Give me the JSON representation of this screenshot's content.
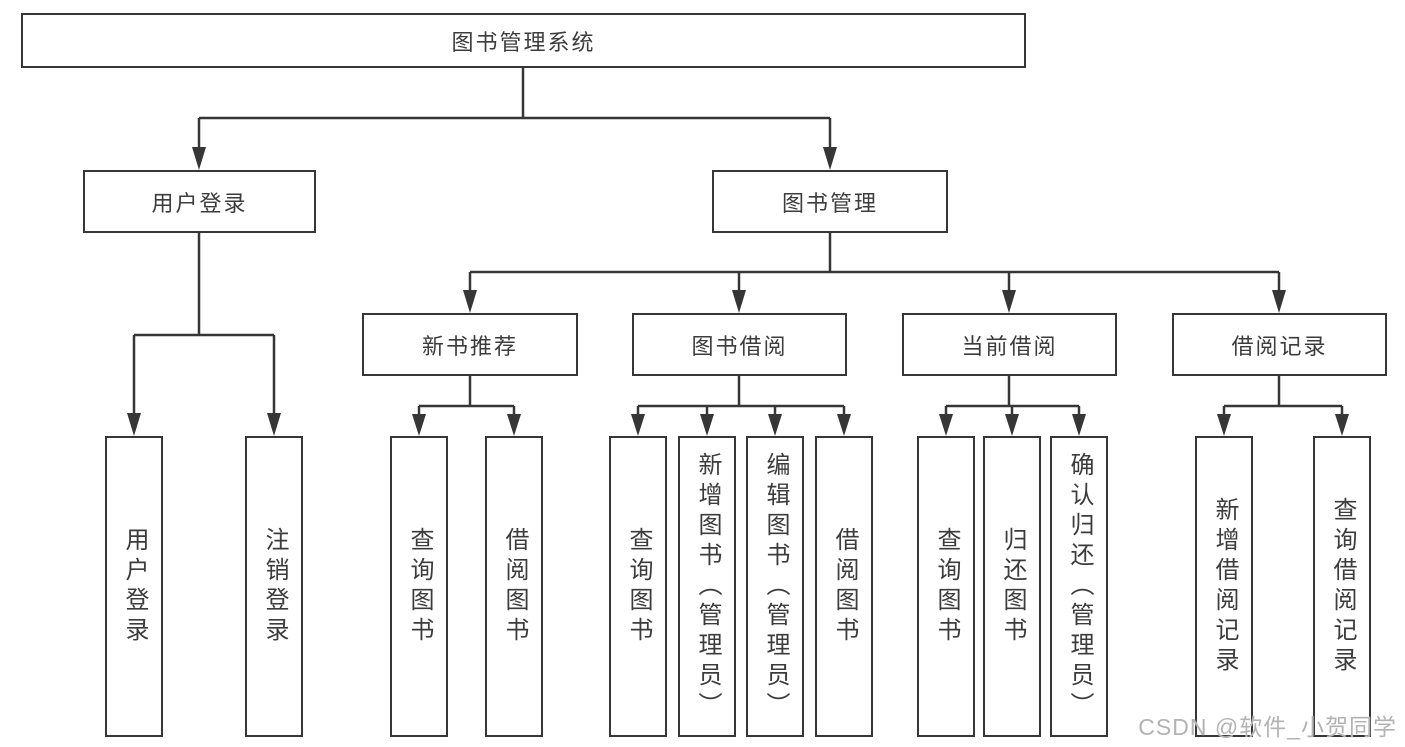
{
  "root": {
    "label": "图书管理系统"
  },
  "level2": {
    "user_login": "用户登录",
    "book_management": "图书管理"
  },
  "level3": {
    "new_book_recommend": "新书推荐",
    "book_borrowing": "图书借阅",
    "current_borrowing": "当前借阅",
    "borrowing_records": "借阅记录"
  },
  "leaves": {
    "user_login": "用户登录",
    "logout": "注销登录",
    "recommend_query_books": "查询图书",
    "recommend_borrow_books": "借阅图书",
    "borrowing_query_books": "查询图书",
    "borrowing_add_books": "新增图书（管理员）",
    "borrowing_edit_books": "编辑图书（管理员）",
    "borrowing_borrow_books": "借阅图书",
    "current_query_books": "查询图书",
    "current_return_books": "归还图书",
    "current_confirm_return": "确认归还（管理员）",
    "records_add_record": "新增借阅记录",
    "records_query_record": "查询借阅记录"
  },
  "watermark": {
    "text": "CSDN @软件_小贺同学"
  },
  "colors": {
    "line": "#363636",
    "text": "#3c3c3c",
    "background": "#ffffff",
    "watermark": "#b3b3b3"
  }
}
